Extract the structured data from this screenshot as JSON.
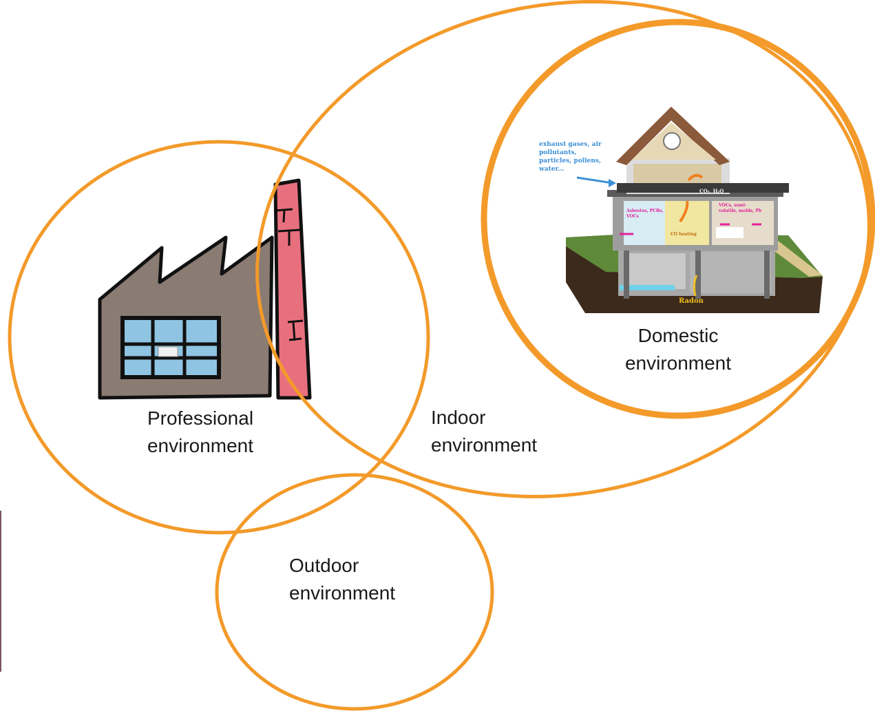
{
  "colors": {
    "circle_stroke": "#f39a2a",
    "factory_body": "#8a7b73",
    "window_glass": "#8fc4e2",
    "chimney": "#e8707e",
    "outline": "#111111",
    "note_blue": "#3c8fd6",
    "note_magenta": "#e4209a",
    "note_orange": "#f08020",
    "note_yellow": "#f0c020"
  },
  "icons": [
    "factory-icon",
    "chimney-icon",
    "house-cutaway-icon"
  ],
  "labels": {
    "professional": {
      "line1": "Professional",
      "line2": "environment"
    },
    "indoor": {
      "line1": "Indoor",
      "line2": "environment"
    },
    "domestic": {
      "line1": "Domestic",
      "line2": "environment"
    },
    "outdoor": {
      "line1": "Outdoor",
      "line2": "environment"
    }
  },
  "house_notes": {
    "external": [
      "exhaust gases, air",
      "pollutants,",
      "particles, pollens,",
      "water..."
    ],
    "top_room": "CO₂, H₂O",
    "left_room": [
      "Asbestos, PCBs,",
      "VOCs"
    ],
    "center_room": "CO heating",
    "right_room": [
      "VOCs, semi-",
      "volatile, molds, Pb"
    ],
    "basement": "Radon"
  }
}
